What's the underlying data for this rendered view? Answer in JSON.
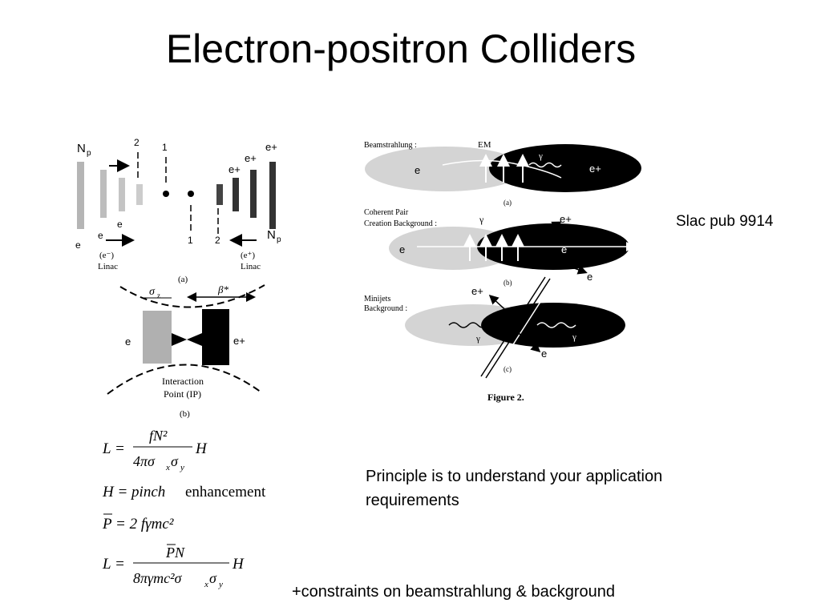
{
  "slide": {
    "title": "Electron-positron Colliders",
    "reference": "Slac pub 9914",
    "principle": "Principle is to understand your application requirements",
    "constraints": "+constraints on beamstrahlung & background"
  },
  "figure_left": {
    "np_left": "N",
    "np_sub": "p",
    "np_right": "N",
    "label_2_top": "2",
    "label_1_top": "1",
    "label_1_bottom": "1",
    "label_2_bottom": "2",
    "e_minus": "e",
    "e_plus": "e+",
    "linac_left_sign": "(e⁻)",
    "linac_right_sign": "(e⁺)",
    "linac": "Linac",
    "caption_a": "(a)",
    "sigma_z": "σ",
    "sigma_z_sub": "z",
    "beta": "β*",
    "ip_line1": "Interaction",
    "ip_line2": "Point (IP)",
    "caption_b": "(b)"
  },
  "figure_right": {
    "beamstrahlung": "Beamstrahlung :",
    "em": "EM",
    "gamma": "γ",
    "coherent_line1": "Coherent Pair",
    "coherent_line2": "Creation Background :",
    "minijets_line1": "Minijets",
    "minijets_line2": "Background :",
    "e_minus": "e",
    "e_plus": "e+",
    "caption_a": "(a)",
    "caption_b": "(b)",
    "caption_c": "(c)",
    "figure_caption": "Figure 2."
  },
  "equations": {
    "eq1_lhs": "L =",
    "eq1_num": "fN²",
    "eq1_den": "4πσ",
    "eq1_den_x": "x",
    "eq1_den_sigma": "σ",
    "eq1_den_y": "y",
    "eq1_rhs": "H",
    "eq2_lhs": "H = pinch",
    "eq2_rhs": "enhancement",
    "eq3": "P = 2 fγmc²",
    "eq4_lhs": "L =",
    "eq4_num": "PN",
    "eq4_den": "8πγmc²σ",
    "eq4_den_x": "x",
    "eq4_den_sigma": "σ",
    "eq4_den_y": "y",
    "eq4_rhs": "H"
  }
}
